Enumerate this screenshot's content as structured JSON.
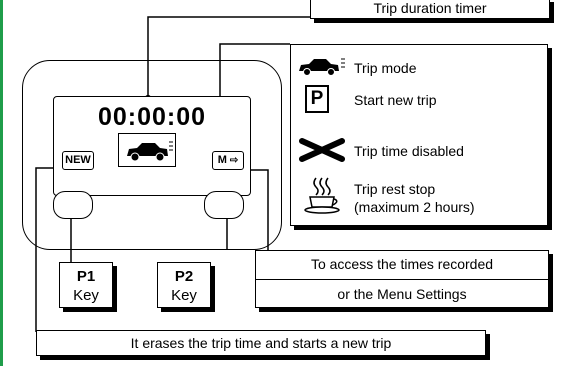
{
  "diagram": {
    "timer_label": "Trip duration timer",
    "display_time": "00:00:00",
    "new_button": "NEW",
    "m_button": "M",
    "legend": {
      "trip_mode": "Trip mode",
      "start_new": "Start new trip",
      "p_symbol": "P",
      "disabled": "Trip time disabled",
      "rest_line1": "Trip rest stop",
      "rest_line2": "(maximum 2 hours)"
    },
    "p1_key": {
      "title": "P1",
      "label": "Key"
    },
    "p2_key": {
      "title": "P2",
      "label": "Key"
    },
    "access_line1": "To access the times recorded",
    "access_line2": "or the Menu Settings",
    "erase_text": "It erases the trip time and starts a new trip"
  },
  "colors": {
    "accent_bar": "#1f9d4a",
    "ink": "#000000"
  },
  "icons": [
    "car-icon",
    "parking-icon",
    "cross-icon",
    "coffee-cup-icon",
    "arrow-right-icon"
  ]
}
